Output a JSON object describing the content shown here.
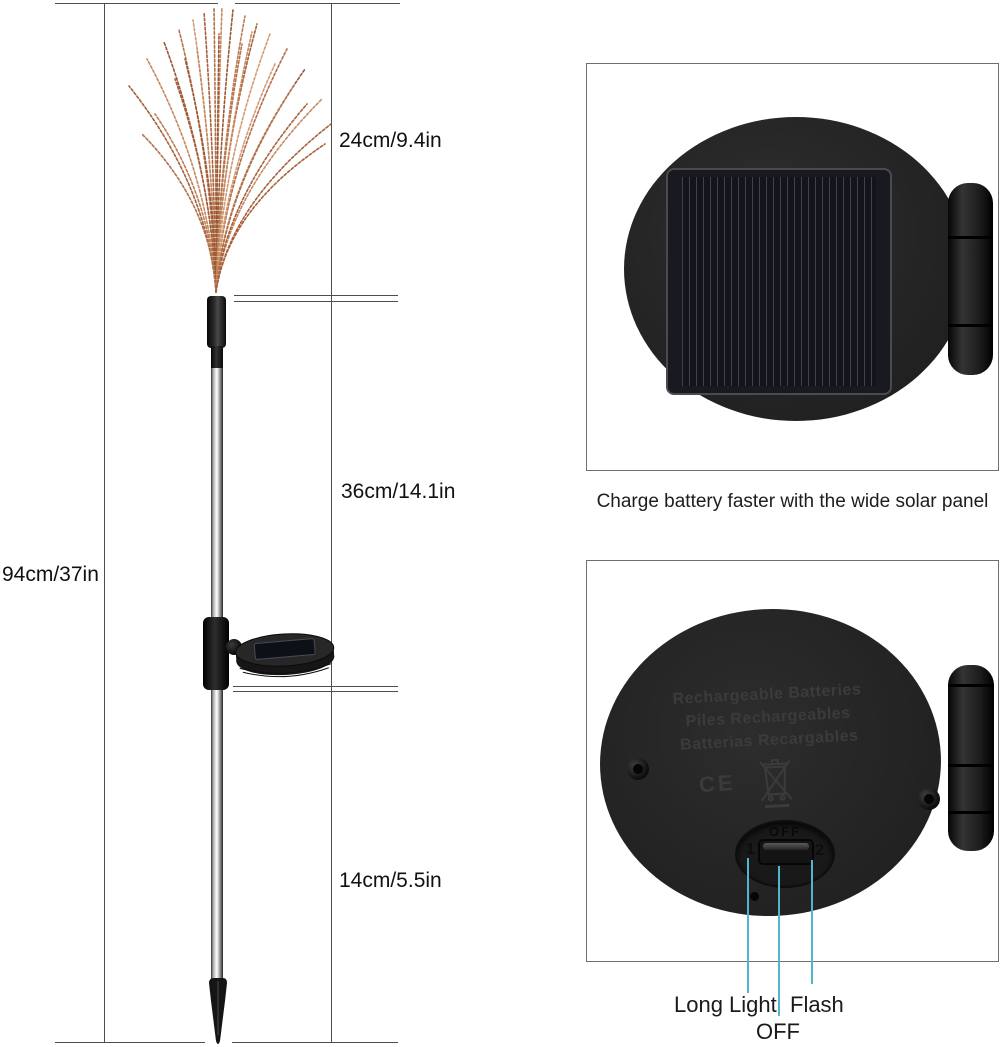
{
  "colors": {
    "background": "#ffffff",
    "dimension_line": "#4d4d4d",
    "text": "#1a1a1a",
    "copper_wire": "#b5764e",
    "callout_line": "#4fb6ce",
    "device_black": "#232323",
    "engraving_gray": "#3b3b3b"
  },
  "dimension_diagram": {
    "total_height_label": "94cm/37in",
    "top_section_label": "24cm/9.4in",
    "middle_section_label": "36cm/14.1in",
    "bottom_section_label": "14cm/5.5in"
  },
  "solar_panel_photo": {
    "caption": "Charge battery faster with the wide solar panel"
  },
  "battery_photo": {
    "engraving_line1": "Rechargeable Batteries",
    "engraving_line2": "Piles Rechargeables",
    "engraving_line3": "Batterias Recargables",
    "ce_mark": "CE",
    "switch_off_label": "OFF",
    "switch_position_1": "1",
    "switch_position_2": "2"
  },
  "callout_labels": {
    "long_light": "Long Light",
    "off": "OFF",
    "flash": "Flash"
  }
}
